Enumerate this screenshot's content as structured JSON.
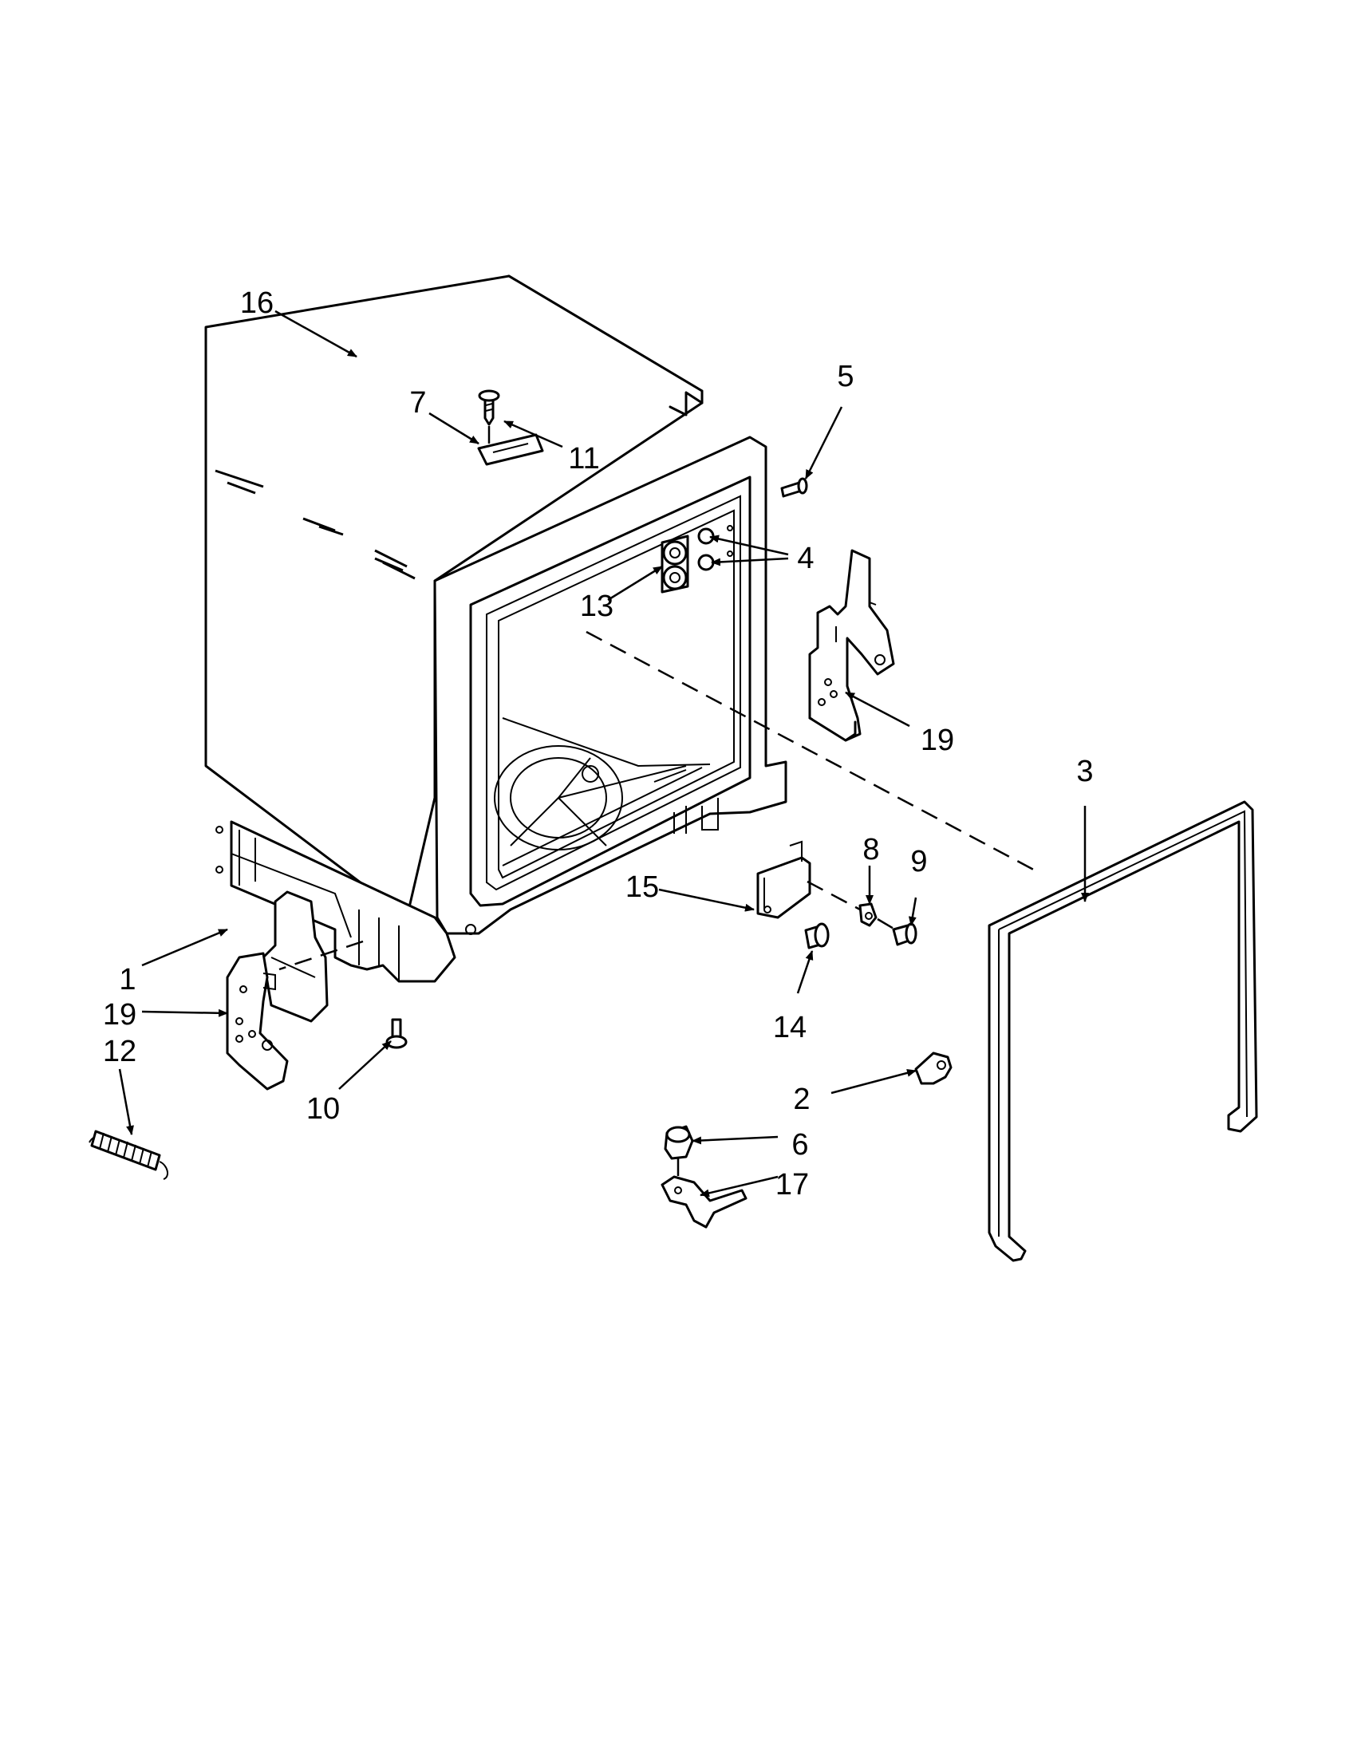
{
  "callouts": [
    {
      "id": "c1",
      "label": "1"
    },
    {
      "id": "c2",
      "label": "2"
    },
    {
      "id": "c3",
      "label": "3"
    },
    {
      "id": "c4",
      "label": "4"
    },
    {
      "id": "c5",
      "label": "5"
    },
    {
      "id": "c6",
      "label": "6"
    },
    {
      "id": "c7",
      "label": "7"
    },
    {
      "id": "c8",
      "label": "8"
    },
    {
      "id": "c9",
      "label": "9"
    },
    {
      "id": "c10",
      "label": "10"
    },
    {
      "id": "c11",
      "label": "11"
    },
    {
      "id": "c12",
      "label": "12"
    },
    {
      "id": "c13",
      "label": "13"
    },
    {
      "id": "c14",
      "label": "14"
    },
    {
      "id": "c15",
      "label": "15"
    },
    {
      "id": "c16",
      "label": "16"
    },
    {
      "id": "c17",
      "label": "17"
    },
    {
      "id": "c19a",
      "label": "19"
    },
    {
      "id": "c19b",
      "label": "19"
    }
  ]
}
